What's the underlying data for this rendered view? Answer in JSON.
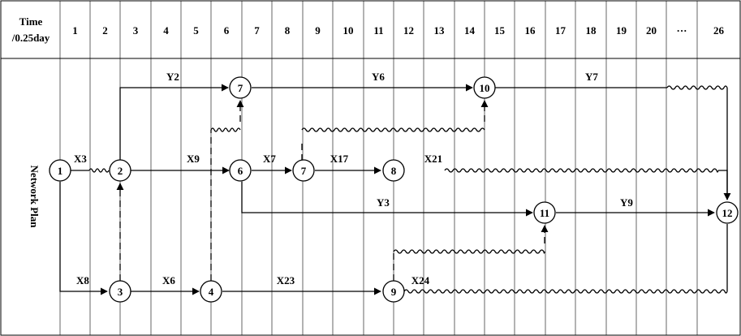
{
  "header": {
    "time_label_line1": "Time",
    "time_label_line2": "/0.25day",
    "columns": [
      "1",
      "2",
      "3",
      "4",
      "5",
      "6",
      "7",
      "8",
      "9",
      "10",
      "11",
      "12",
      "13",
      "14",
      "15",
      "16",
      "17",
      "18",
      "19",
      "20",
      "···",
      "26"
    ]
  },
  "side_label": "Network Plan",
  "nodes": {
    "n1": "1",
    "n2": "2",
    "n3": "3",
    "n4": "4",
    "n6": "6",
    "n7a": "7",
    "n7b": "7",
    "n8": "8",
    "n9": "9",
    "n10": "10",
    "n11": "11",
    "n12": "12"
  },
  "edges": {
    "X3": "X3",
    "X9": "X9",
    "X7": "X7",
    "X17": "X17",
    "X21": "X21",
    "X8": "X8",
    "X6": "X6",
    "X23": "X23",
    "X24": "X24",
    "Y2": "Y2",
    "Y6": "Y6",
    "Y7": "Y7",
    "Y3": "Y3",
    "Y9": "Y9"
  }
}
